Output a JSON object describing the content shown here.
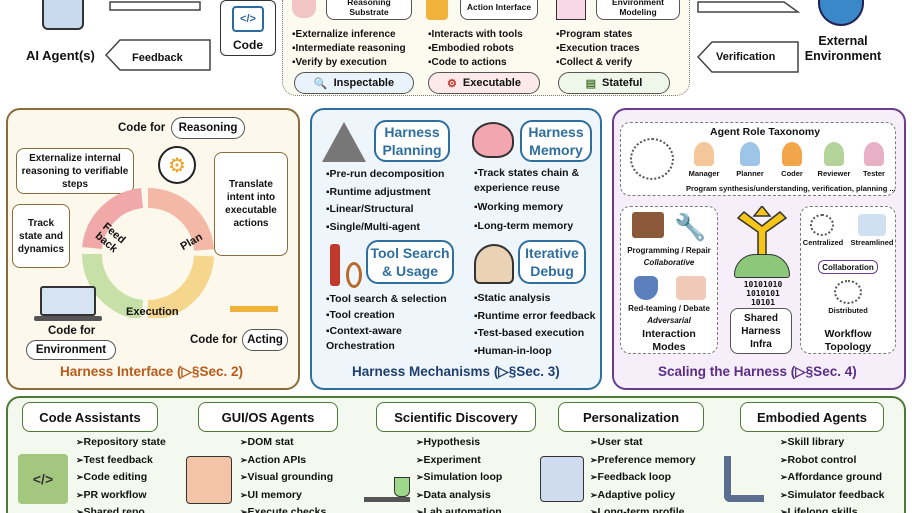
{
  "top": {
    "agent_label": "AI Agent(s)",
    "code_label": "Code",
    "feedback_label": "Feedback",
    "verification_label": "Verification",
    "environment_label": "External Environment",
    "columns": [
      {
        "title": "Reasoning Substrate",
        "items": [
          "Externalize inference",
          "Intermediate reasoning",
          "Verify by execution"
        ],
        "badge": "Inspectable"
      },
      {
        "title": "Action Interface",
        "items": [
          "Interacts with tools",
          "Embodied robots",
          "Code to actions"
        ],
        "badge": "Executable"
      },
      {
        "title": "Environment Modeling",
        "items": [
          "Program states",
          "Execution traces",
          "Collect & verify"
        ],
        "badge": "Stateful"
      }
    ]
  },
  "interface": {
    "code_for_reasoning_prefix": "Code for",
    "code_for_reasoning_pill": "Reasoning",
    "bubble_externalize": "Externalize internal reasoning to verifiable steps",
    "bubble_translate": "Translate intent into executable actions",
    "bubble_track": "Track state and dynamics",
    "cycle_feedback": "Feed back",
    "cycle_plan": "Plan",
    "cycle_execution": "Execution",
    "code_for_env_prefix": "Code for",
    "code_for_env_pill": "Environment",
    "code_for_acting_prefix": "Code for",
    "code_for_acting_pill": "Acting",
    "footer": "Harness Interface (▷§Sec. 2)"
  },
  "mechanisms": {
    "planning": {
      "title": "Harness Planning",
      "items": [
        "Pre-run decomposition",
        "Runtime adjustment",
        "Linear/Structural",
        "Single/Multi-agent"
      ]
    },
    "memory": {
      "title": "Harness Memory",
      "items": [
        "Track states chain & experience reuse",
        "Working memory",
        "Long-term memory"
      ]
    },
    "tools": {
      "title": "Tool Search & Usage",
      "items": [
        "Tool search & selection",
        "Tool creation",
        "Context-aware Orchestration"
      ]
    },
    "debug": {
      "title": "Iterative Debug",
      "items": [
        "Static analysis",
        "Runtime error feedback",
        "Test-based execution",
        "Human-in-loop"
      ]
    },
    "footer": "Harness Mechanisms (▷§Sec. 3)"
  },
  "scaling": {
    "taxonomy_title": "Agent Role Taxonomy",
    "roles": [
      "Manager",
      "Planner",
      "Coder",
      "Reviewer",
      "Tester"
    ],
    "taxonomy_caption": "Program synthesis/understanding, verification, planning ...",
    "modes_top": "Programming / Repair",
    "modes_collab": "Collaborative",
    "modes_bottom": "Red-teaming / Debate",
    "modes_adv": "Adversarial",
    "modes_title": "Interaction Modes",
    "infra_binary": "10101010 1010101 10101",
    "infra_title": "Shared Harness Infra",
    "topo_centralized": "Centralized",
    "topo_streamlined": "Streamlined",
    "topo_collab": "Collaboration",
    "topo_distributed": "Distributed",
    "topo_title": "Workflow Topology",
    "footer": "Scaling the Harness (▷§Sec. 4)"
  },
  "applications": [
    {
      "title": "Code Assistants",
      "items": [
        "Repository state",
        "Test feedback",
        "Code editing",
        "PR workflow",
        "Shared repo"
      ]
    },
    {
      "title": "GUI/OS Agents",
      "items": [
        "DOM stat",
        "Action APIs",
        "Visual grounding",
        "UI memory",
        "Execute checks"
      ]
    },
    {
      "title": "Scientific Discovery",
      "items": [
        "Hypothesis",
        "Experiment",
        "Simulation loop",
        "Data analysis",
        "Lab automation"
      ]
    },
    {
      "title": "Personalization",
      "items": [
        "User stat",
        "Preference memory",
        "Feedback loop",
        "Adaptive policy",
        "Long-term profile"
      ]
    },
    {
      "title": "Embodied Agents",
      "items": [
        "Skill library",
        "Robot control",
        "Affordance ground",
        "Simulator feedback",
        "Lifelong skills"
      ]
    }
  ],
  "colors": {
    "interface_border": "#8a6d3b",
    "mechanisms_border": "#2f6f9f",
    "scaling_border": "#6a3d8f",
    "apps_border": "#4d7a36",
    "interface_title": "#b85a1a",
    "mech_title": "#1f3f6f",
    "scaling_title": "#5b2d86"
  }
}
